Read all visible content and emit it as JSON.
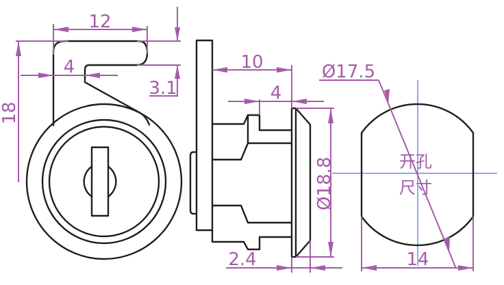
{
  "title": "Cam lock dimension drawing",
  "colors": {
    "dimension": "#a45ca8",
    "centerline": "#6c8ed0",
    "outline": "#1e1e1e"
  },
  "front_view": {
    "width_label": "12",
    "height_label": "18",
    "offset_label": "4",
    "thickness_label": "3.1"
  },
  "side_view": {
    "length_label": "10",
    "step_label": "4",
    "diameter_label": "Ø18.8",
    "flange_label": "2.4"
  },
  "cutout_view": {
    "diameter_label": "Ø17.5",
    "width_label": "14",
    "caption_line1": "开孔",
    "caption_line2": "尺寸"
  }
}
